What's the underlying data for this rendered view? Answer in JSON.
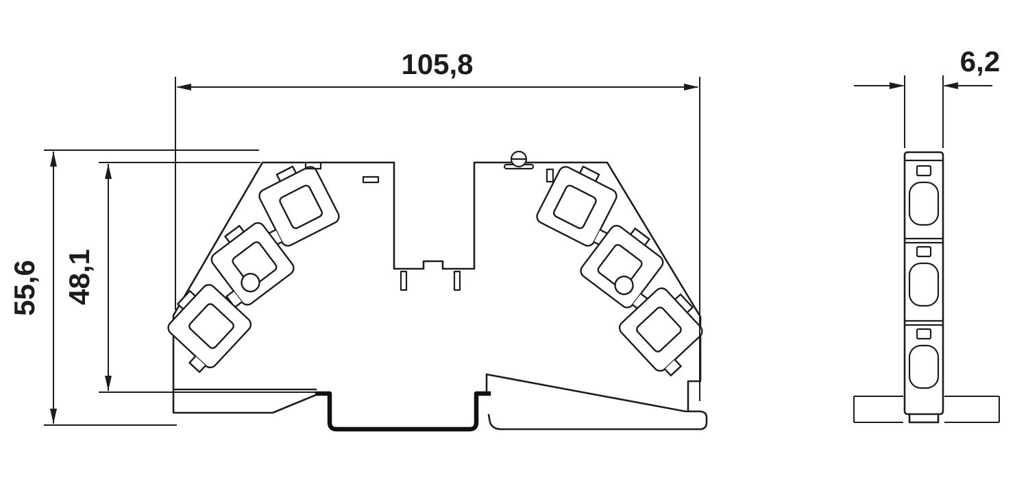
{
  "page": {
    "background": "#ffffff",
    "line_color": "#1c1c1c"
  },
  "drawing": {
    "kind": "terminal-block-dimensional-drawing",
    "views": {
      "front": "front-profile-view",
      "side": "side-width-view"
    },
    "dimensions": {
      "width": {
        "label": "105,8"
      },
      "height_total": {
        "label": "55,6"
      },
      "height_mounting": {
        "label": "48,1"
      },
      "depth": {
        "label": "6,2"
      }
    }
  }
}
